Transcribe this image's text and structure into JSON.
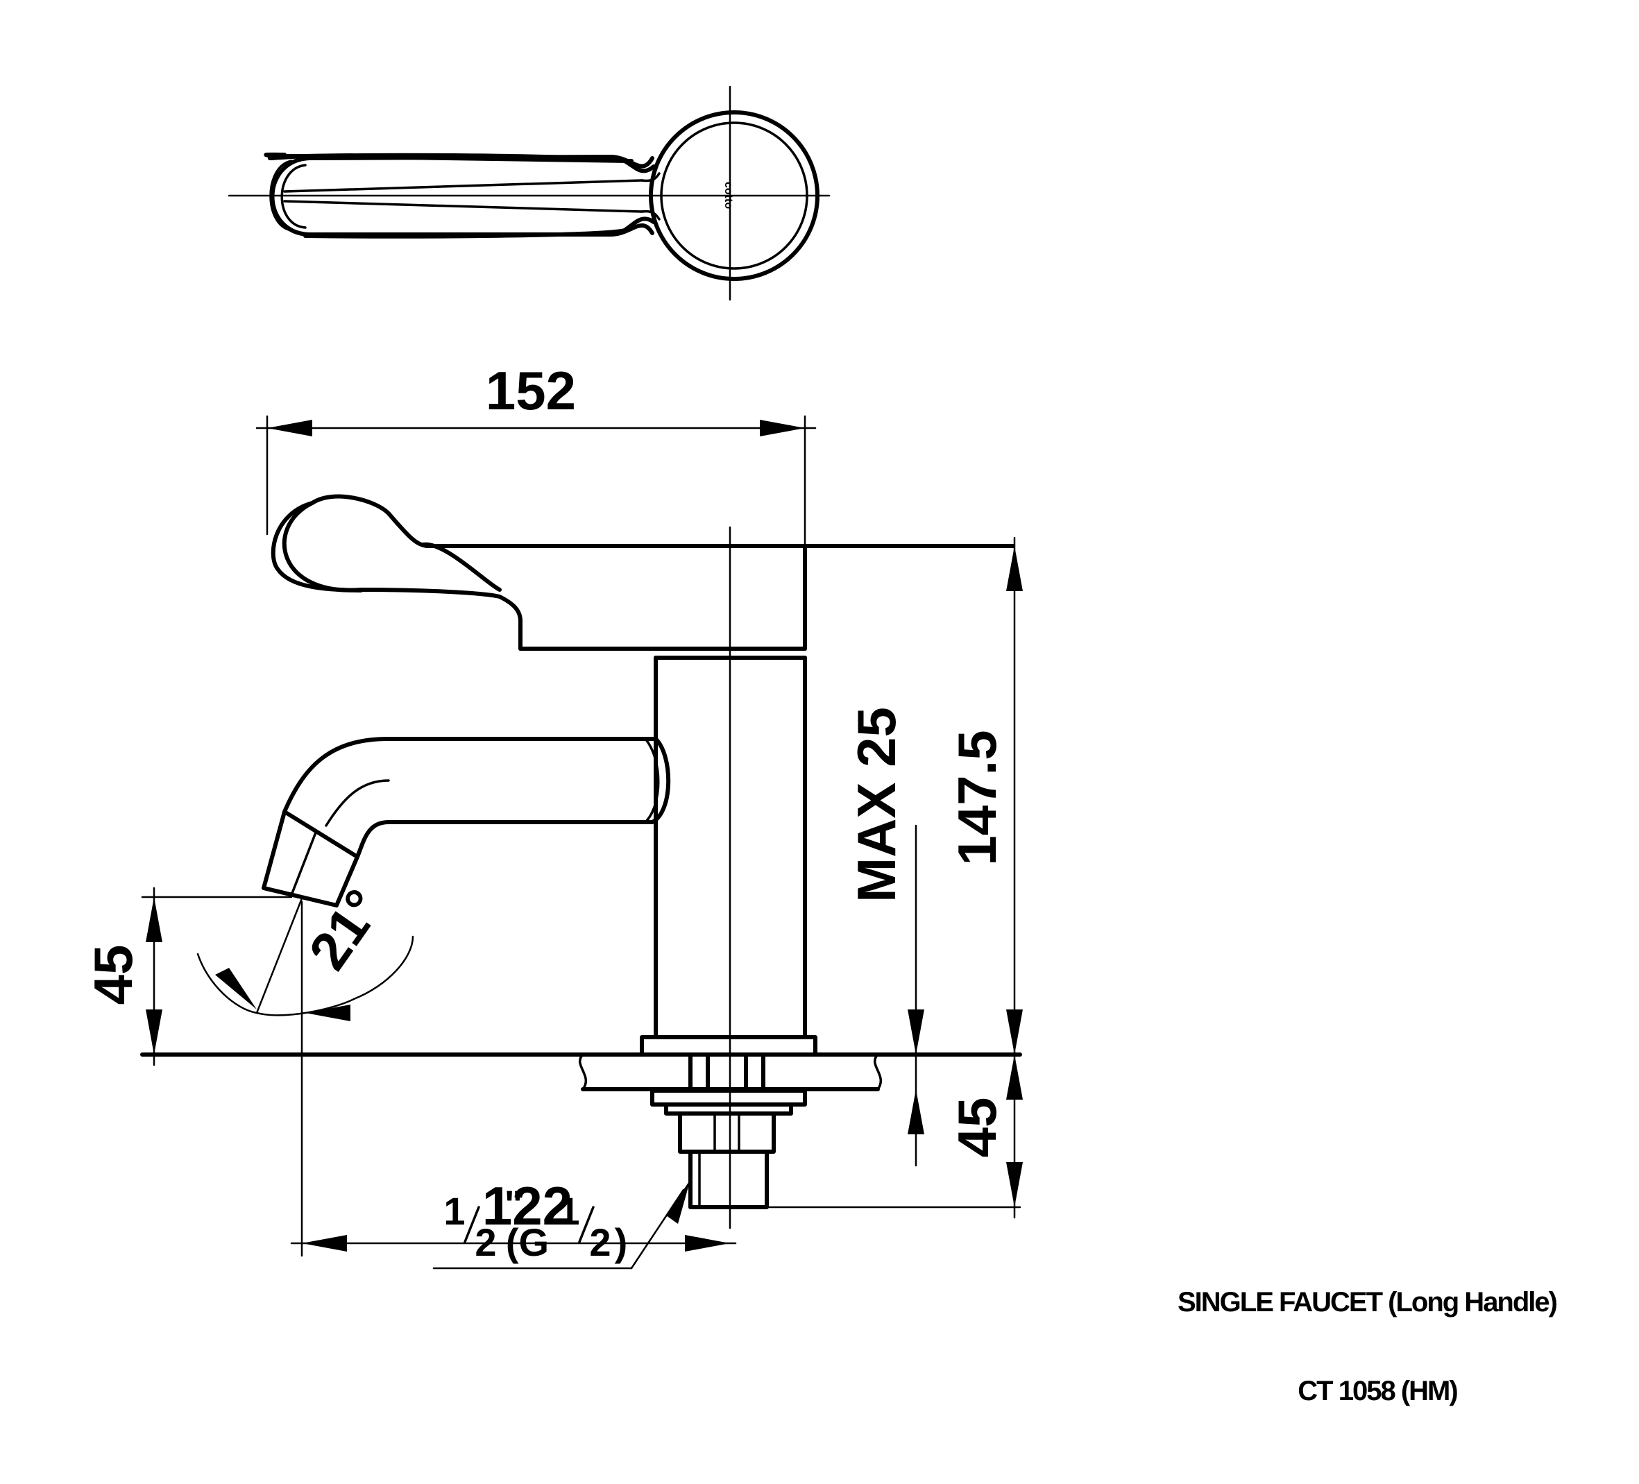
{
  "dimensions": {
    "top_width": "152",
    "height": "147.5",
    "max_deck": "MAX 25",
    "spout_height": "45",
    "below_deck": "45",
    "spout_reach": "122",
    "angle": "21°"
  },
  "thread": {
    "whole_num": "1",
    "whole_den": "2",
    "inch_mark": "\"",
    "g_prefix": "(G",
    "g_num": "1",
    "g_den": "2",
    "close": ")"
  },
  "logo_text": "cotto",
  "title_block": {
    "product": "SINGLE FAUCET (Long Handle)",
    "model": "CT 1058 (HM)"
  }
}
